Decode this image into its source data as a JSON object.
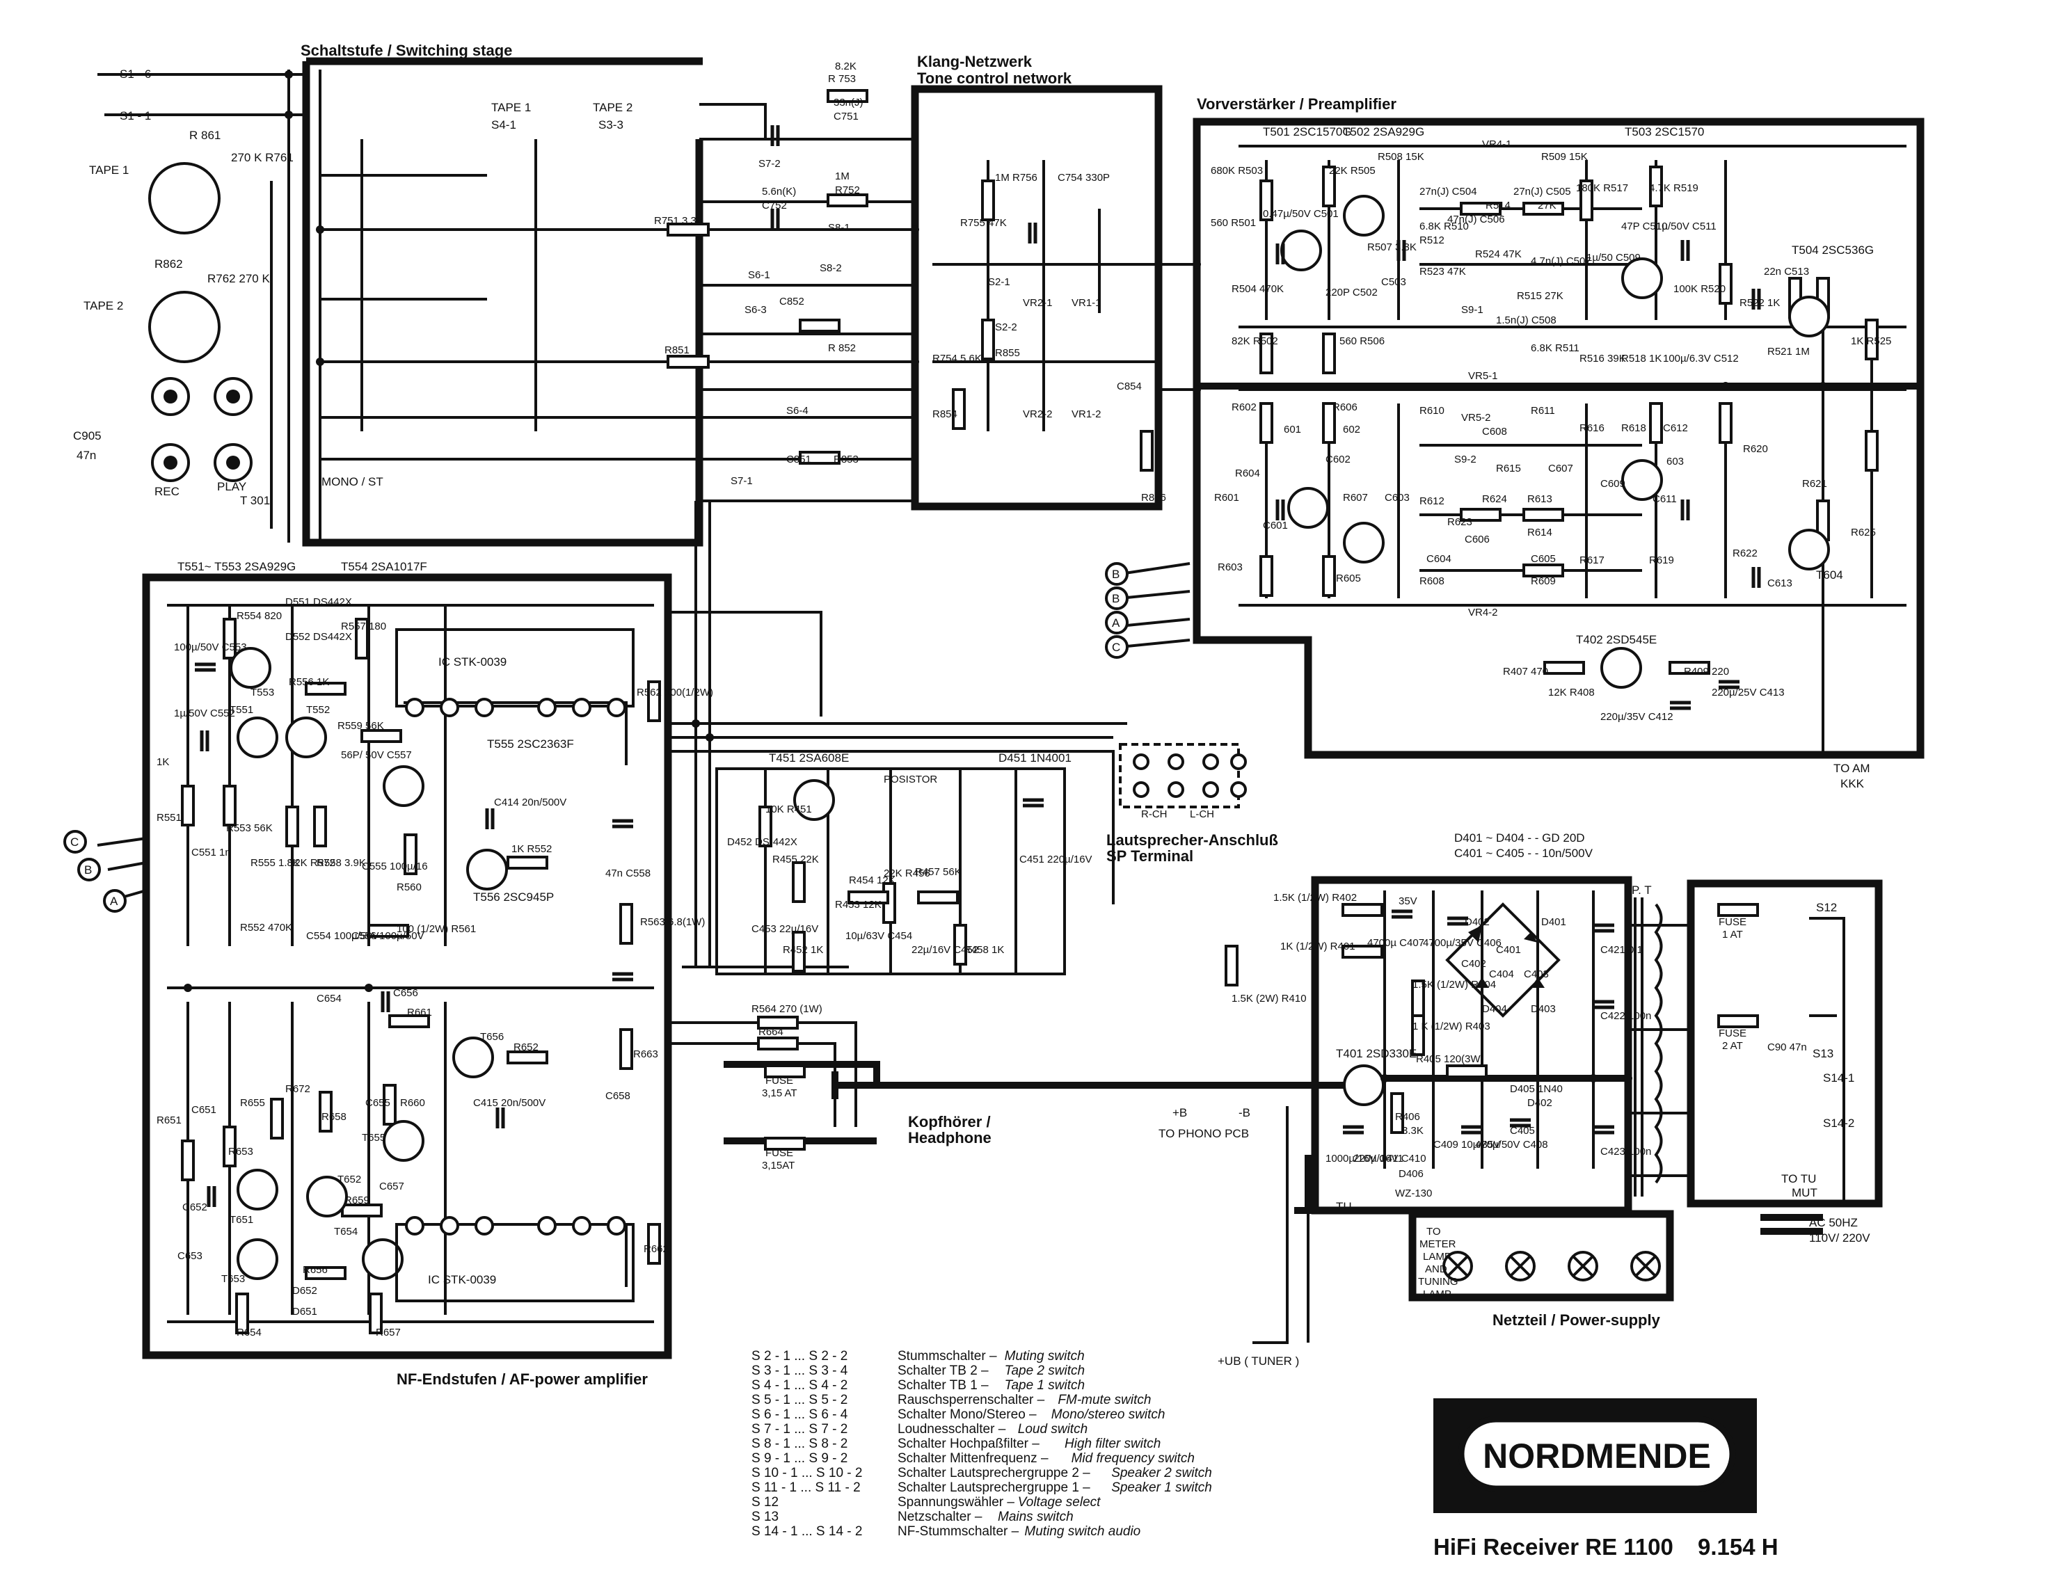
{
  "sections": {
    "switching": "Schaltstufe / Switching stage",
    "tone_de": "Klang-Netzwerk",
    "tone_en": "Tone control network",
    "preamp": "Vorverstärker / Preamplifier",
    "power_amp": "NF-Endstufen / AF-power amplifier",
    "speaker_de": "Lautsprecher-Anschluß",
    "speaker_en": "SP Terminal",
    "headphone_de": "Kopfhörer /",
    "headphone_en": "Headphone",
    "power_supply": "Netzteil / Power-supply"
  },
  "labels": {
    "tape1": "TAPE 1",
    "tape2": "TAPE 2",
    "rec": "REC",
    "play": "PLAY",
    "t301": "T 301",
    "mono_st": "MONO / ST",
    "c905": "C905",
    "c905_val": "47n",
    "s1_6": "S1 - 6",
    "s1_1": "S1 - 1",
    "tape1_sw": "TAPE 1",
    "tape1_sw2": "S4-1",
    "tape2_sw": "TAPE 2",
    "tape2_sw2": "S3-3",
    "r861": "R 861",
    "r761": "270 K R761",
    "r862": "R862",
    "r762": "R762  270 K",
    "t551": "T551~ T553  2SA929G",
    "t554": "T554  2SA1017F",
    "ic1": "IC   STK-0039",
    "ic2": "IC  STK-0039",
    "t555": "T555 2SC2363F",
    "t556": "T556 2SC945P",
    "t451": "T451  2SA608E",
    "posistor": "POSISTOR",
    "d451": "D451  1N4001",
    "t501": "T501 2SC1570G",
    "t502": "T502 2SA929G",
    "t503": "T503 2SC1570",
    "t504": "T504 2SC536G",
    "t604": "T604",
    "t402": "T402  2SD545E",
    "t401": "T401 2SD330E",
    "to_am": "TO AM",
    "kkk": "KKK",
    "rch": "R-CH",
    "lch": "L-CH",
    "d401_note": "D401 ~ D404 - - GD 20D",
    "c401_note": "C401 ~ C405 - - 10n/500V",
    "pt": "P. T",
    "fuse1": "FUSE",
    "fuse1_val": "1 AT",
    "fuse2": "FUSE",
    "fuse2_val": "2 AT",
    "fuse_hp1": "FUSE",
    "fuse_hp1_val": "3,15 AT",
    "fuse_hp2": "FUSE",
    "fuse_hp2_val": "3,15AT",
    "ac": "AC 50HZ",
    "ac2": "110V/ 220V",
    "to_tu": "TO TU",
    "mut": "MUT",
    "plus_b": "+B",
    "minus_b": "-B",
    "to_phono": "TO  PHONO   PCB",
    "tu": "TU",
    "wz": "WZ-130",
    "d406": "D406",
    "meter1": "TO",
    "meter2": "METER",
    "meter3": "LAMP",
    "meter4": "AND",
    "meter5": "TUNING",
    "meter6": "LAMP",
    "ub_tuner": "+UB  ( TUNER )",
    "s12": "S12",
    "s13": "S13",
    "s14_1": "S14-1",
    "s14_2": "S14-2"
  },
  "components": [
    "R 753",
    "8.2K",
    "33n(J)",
    "C751",
    "S7-2",
    "1M",
    "R752",
    "5.6n(K)",
    "C752",
    "S8-1",
    "R751 3.3K",
    "S6-1",
    "S8-2",
    "S6-3",
    "C852",
    "R851",
    "R 852",
    "S6-4",
    "C851",
    "R853",
    "S7-1",
    "R856",
    "R755 47K",
    "S2-1",
    "VR2-1",
    "VR1-1",
    "S2-2",
    "R855",
    "R754 5.6K",
    "R854",
    "VR2-2",
    "VR1-2",
    "C854",
    "1M R756",
    "C754 330P",
    "680K R503",
    "560 R501",
    "0.47µ/50V C501",
    "22K R505",
    "R508 15K",
    "R504 470K",
    "220P C502",
    "82K R502",
    "560 R506",
    "R507 3.3K",
    "C503",
    "6.8K R510",
    "R512",
    "R523 47K",
    "VR4-1",
    "R509 15K",
    "27n(J) C504",
    "27n(J) C505",
    "47n(J) C506",
    "R514",
    "27K",
    "R524 47K",
    "4.7n(J) C507",
    "R515 27K",
    "S9-1",
    "1.5n(J) C508",
    "6.8K R511",
    "VR5-1",
    "180K R517",
    "4.7K R519",
    "47P C510",
    "1µ/50V C511",
    "1µ/50 C509",
    "100K R520",
    "R516 39K",
    "R518 1K",
    "100µ/6.3V C512",
    "R522 1K",
    "R521 1M",
    "22n C513",
    "1K R525",
    "R602",
    "R606",
    "R610",
    "VR5-2",
    "R611",
    "C608",
    "601",
    "602",
    "R604",
    "C602",
    "R607",
    "C603",
    "S9-2",
    "R615",
    "C607",
    "R616",
    "R618",
    "C612",
    "R601",
    "C601",
    "R612",
    "R624",
    "R613",
    "R623",
    "C606",
    "C609",
    "603",
    "C611",
    "R620",
    "R621",
    "R614",
    "C604",
    "C605",
    "R603",
    "R605",
    "R608",
    "R609",
    "R617",
    "R619",
    "R622",
    "C613",
    "R625",
    "VR4-2",
    "R407 470",
    "R409 220",
    "12K R408",
    "220µ/35V C412",
    "220µ/25V C413",
    "100µ/50V C553",
    "R554 820",
    "D551 DS442X",
    "D552 DS442X",
    "R557 180",
    "T553",
    "R556 1K",
    "1µ/50V C552",
    "T551",
    "T552",
    "R559 56K",
    "R562 100(1/2W)",
    "56P/ 50V C557",
    "1K",
    "R551",
    "C551 1n",
    "R553 56K",
    "R555 1.8K",
    "12K R572",
    "R558 3.9K",
    "C555 100µ/16",
    "R560",
    "C414 20n/500V",
    "1K R552",
    "R552 470K",
    "C554 100µ/50V",
    "C556 100µ/50V",
    "100 (1/2W) R561",
    "C654",
    "C656",
    "R661",
    "T656",
    "R652",
    "R651",
    "C651",
    "R653",
    "R655",
    "R672",
    "R658",
    "C655",
    "R660",
    "T655",
    "C415 20n/500V",
    "T652",
    "C657",
    "C652",
    "T651",
    "R659",
    "C653",
    "T653",
    "T654",
    "R656",
    "D652",
    "D651",
    "R654",
    "R657",
    "R662",
    "47n C558",
    "R563 6.8(1W)",
    "R663",
    "C658",
    "R564 270 (1W)",
    "R664",
    "D452 DS-442X",
    "10K R451",
    "R455 22K",
    "C453 22µ/16V",
    "R454 12K",
    "22K R456",
    "R453 12K",
    "R457 56K",
    "R452 1K",
    "10µ/63V C454",
    "22µ/16V C452",
    "R458 1K",
    "C451 220µ/16V",
    "1.5K (1/2W) R402",
    "1K (1/2W) R401",
    "1.5K (2W) R410",
    "4700µ C407",
    "35V",
    "4700µ/35V C406",
    "D402",
    "D401",
    "C401",
    "C402",
    "C404",
    "C403",
    "D404",
    "D403",
    "1.5K (1/2W) R404",
    "1 K (1/2W) R403",
    "C421 0.1",
    "C422 100n",
    "R405 120(3W)",
    "D405 1N40",
    "D402",
    "C405",
    "C423 100n",
    "1000µ/16V C411",
    "220µ/16V C410",
    "R406",
    "3.3K",
    "C409 10µ/35V",
    "470µ/50V C408",
    "C90 47n"
  ],
  "legend": [
    {
      "code": "S  2 - 1 ... S  2 - 2",
      "desc_de": "Stummschalter",
      "desc_en": "Muting switch"
    },
    {
      "code": "S  3 - 1 ... S  3 - 4",
      "desc_de": "Schalter TB 2",
      "desc_en": "Tape 2 switch"
    },
    {
      "code": "S  4 - 1 ... S  4 - 2",
      "desc_de": "Schalter TB 1",
      "desc_en": "Tape 1 switch"
    },
    {
      "code": "S  5 - 1 ... S  5 - 2",
      "desc_de": "Rauschsperrenschalter",
      "desc_en": "FM-mute switch"
    },
    {
      "code": "S  6 - 1 ... S  6 - 4",
      "desc_de": "Schalter Mono/Stereo",
      "desc_en": "Mono/stereo switch"
    },
    {
      "code": "S  7 - 1 ... S  7 - 2",
      "desc_de": "Loudnesschalter",
      "desc_en": "Loud switch"
    },
    {
      "code": "S  8 - 1 ... S  8 - 2",
      "desc_de": "Schalter Hochpaßfilter",
      "desc_en": "High filter switch"
    },
    {
      "code": "S  9 - 1 ... S  9 - 2",
      "desc_de": "Schalter Mittenfrequenz",
      "desc_en": "Mid frequency switch"
    },
    {
      "code": "S 10 - 1 ... S 10 - 2",
      "desc_de": "Schalter Lautsprechergruppe 2",
      "desc_en": "Speaker 2 switch"
    },
    {
      "code": "S 11 - 1 ... S 11 - 2",
      "desc_de": "Schalter Lautsprechergruppe 1",
      "desc_en": "Speaker 1 switch"
    },
    {
      "code": "S 12",
      "desc_de": "Spannungswähler",
      "desc_en": "Voltage select"
    },
    {
      "code": "S 13",
      "desc_de": "Netzschalter",
      "desc_en": "Mains switch"
    },
    {
      "code": "S 14 - 1 ... S 14 - 2",
      "desc_de": "NF-Stummschalter",
      "desc_en": "Muting switch audio"
    }
  ],
  "brand": "NORDMENDE",
  "model": {
    "name": "HiFi Receiver  RE 1100",
    "number": "9.154 H"
  },
  "connector_marks": [
    "A",
    "B",
    "C"
  ]
}
